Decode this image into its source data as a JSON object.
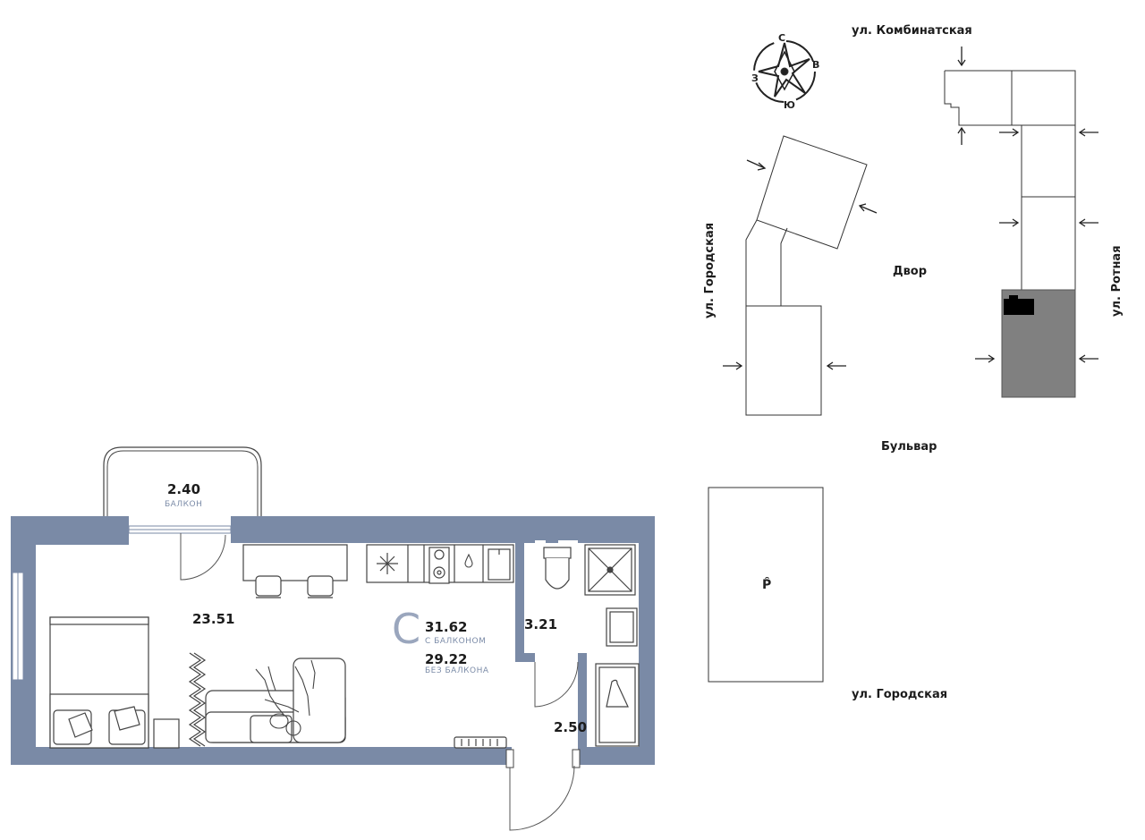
{
  "plan": {
    "balcony": {
      "area": "2.40",
      "label": "БАЛКОН"
    },
    "main_room": {
      "area": "23.51"
    },
    "bathroom": {
      "area": "3.21"
    },
    "hallway": {
      "area": "2.50"
    },
    "apartment_type": "С",
    "area_with_balcony": "31.62",
    "with_balcony_label": "С БАЛКОНОМ",
    "area_without_balcony": "29.22",
    "without_balcony_label": "БЕЗ БАЛКОНА"
  },
  "compass": {
    "north": "С",
    "east": "В",
    "south": "Ю",
    "west": "З"
  },
  "site": {
    "street_top": "ул. Комбинатская",
    "street_left": "ул. Городская",
    "street_right": "ул. Ротная",
    "street_bottom": "ул. Городская",
    "courtyard": "Двор",
    "boulevard": "Бульвар",
    "parking_symbol": "P̂"
  },
  "colors": {
    "wall": "#7a8aa6",
    "highlight_building": "#808080",
    "accent": "#7c8ca8"
  }
}
